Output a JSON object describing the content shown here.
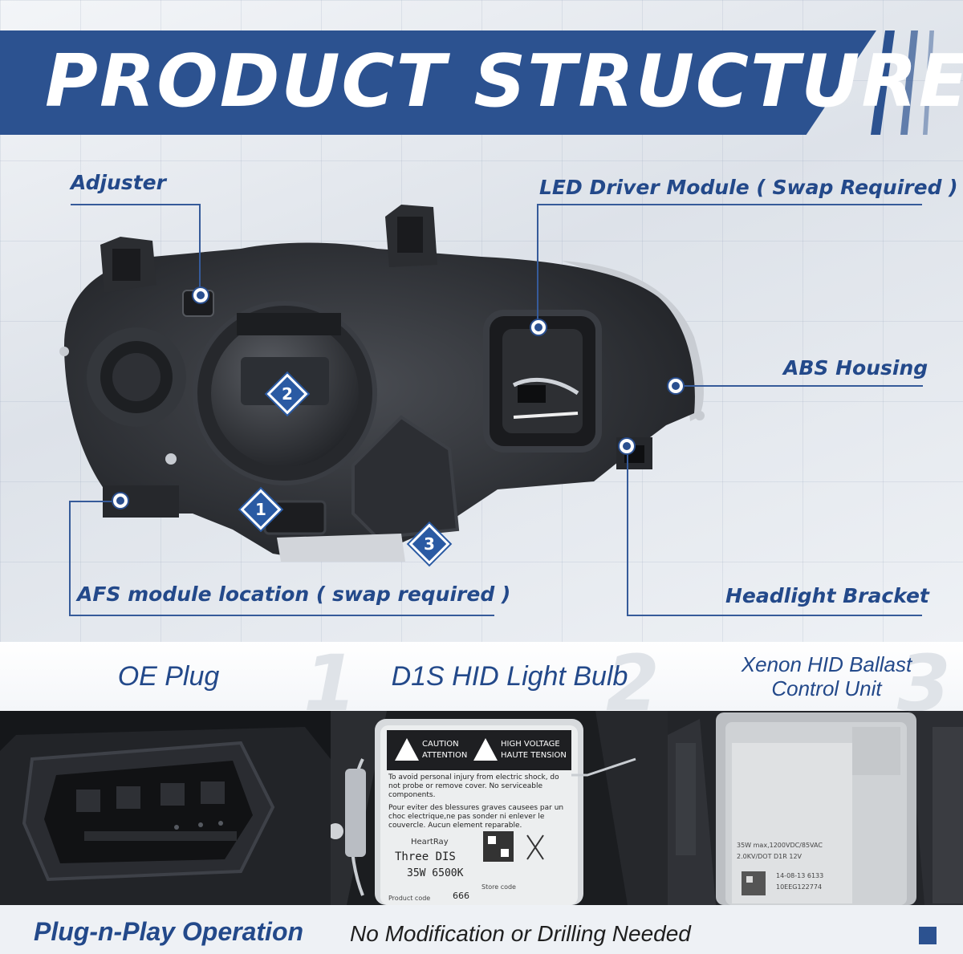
{
  "title": "PRODUCT STRUCTURE",
  "callouts": {
    "adjuster": "Adjuster",
    "led_driver": "LED Driver Module ( Swap Required )",
    "abs_housing": "ABS Housing",
    "afs_module": "AFS module location ( swap required )",
    "headlight_bracket": "Headlight Bracket"
  },
  "component_markers": [
    "1",
    "2",
    "3"
  ],
  "features": [
    {
      "number": "1",
      "label": "OE Plug"
    },
    {
      "number": "2",
      "label": "D1S HID Light Bulb"
    },
    {
      "number": "3",
      "label_line1": "Xenon HID Ballast",
      "label_line2": "Control Unit"
    }
  ],
  "bulb_label": {
    "caution": "CAUTION",
    "attention": "ATTENTION",
    "high_voltage": "HIGH VOLTAGE",
    "haute_tension": "HAUTE TENSION",
    "warning_en": "To avoid personal injury from electric shock, do not probe or remove cover. No serviceable components.",
    "warning_fr": "Pour eviter des blessures graves causees par un choc electrique,ne pas sonder ni enlever le couvercle. Aucun element reparable.",
    "brand": "HeartRay",
    "model": "Three DIS",
    "spec": "35W 6500K",
    "product_code_label": "Product code",
    "store_code_label": "Store code",
    "store_code": "666"
  },
  "ballast_label": {
    "line1": "35W max,1200VDC/85VAC",
    "line2": "2.0KV/DOT D1R 12V",
    "line3": "14-08-13 6133",
    "line4": "10EEG122774"
  },
  "footer": {
    "highlight": "Plug-n-Play Operation",
    "text": "No Modification or Drilling Needed"
  },
  "colors": {
    "brand_blue": "#2c5290",
    "callout_text": "#23498a",
    "dark_housing": "#2a2c30"
  }
}
